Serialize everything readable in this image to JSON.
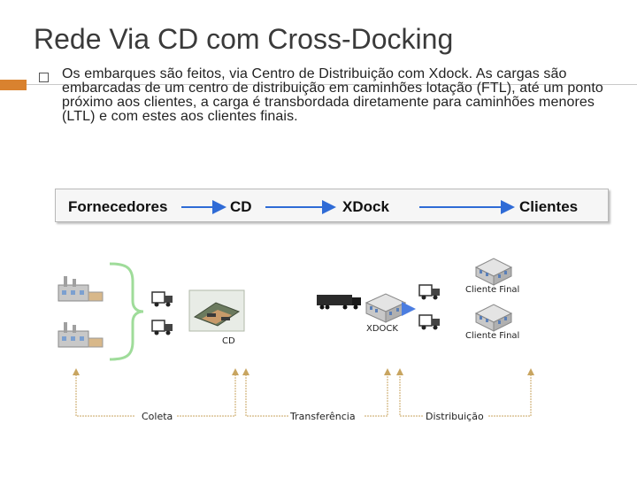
{
  "slide": {
    "title": "Rede Via CD com Cross-Docking",
    "body": "Os embarques são feitos, via Centro de Distribuição com Xdock. As cargas são embarcadas de um centro de distribuição em caminhões lotação (FTL), até um ponto próximo aos clientes, a carga é transbordada diretamente para caminhões menores (LTL) e com estes aos clientes finais."
  },
  "flow": {
    "stages": [
      "Fornecedores",
      "CD",
      "XDock",
      "Clientes"
    ]
  },
  "diagram": {
    "cd_label": "CD",
    "xdock_label": "XDOCK",
    "client_labels": [
      "Cliente Final",
      "Cliente Final"
    ],
    "phases": [
      "Coleta",
      "Transferência",
      "Distribuição"
    ]
  },
  "colors": {
    "accent": "#d9822f",
    "arrow_blue": "#2f6bd6",
    "bracket_green": "#9fdc9a",
    "phase_gold": "#c8a560"
  }
}
